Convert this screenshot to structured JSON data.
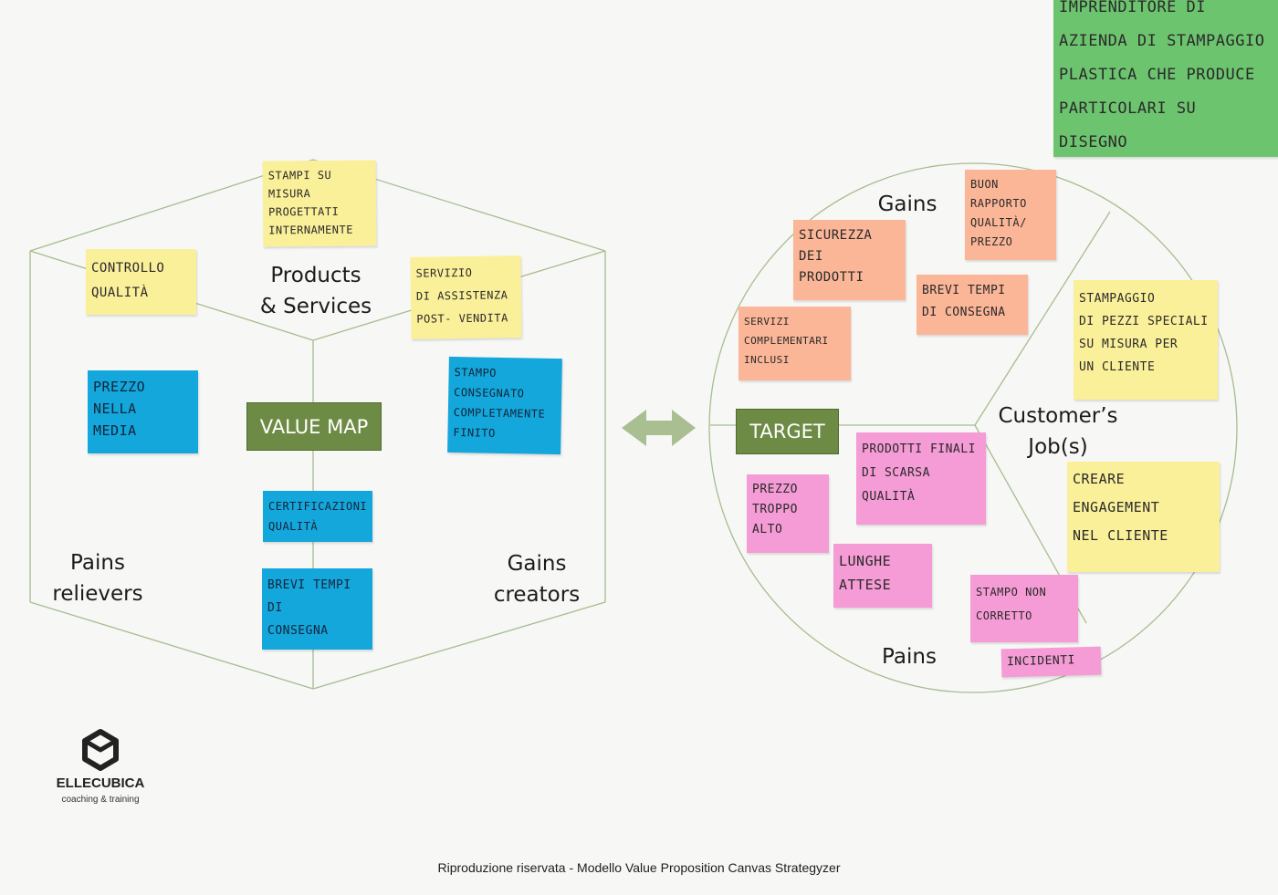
{
  "value_map": {
    "products_services": "Products\n& Services",
    "pains_relievers": "Pains\nrelievers",
    "gains_creators": "Gains\ncreators",
    "button": "VALUE MAP"
  },
  "customer_profile": {
    "gains": "Gains",
    "pains": "Pains",
    "jobs": "Customer’s\nJob(s)",
    "button": "TARGET"
  },
  "notes": {
    "stampi": "Stampi su\nmisura\nprogettati\ninternamente",
    "controllo": "Controllo\nqualità",
    "servizio": "Servizio\ndi assistenza\npost- vendita",
    "prezzo_media": "Prezzo\nnella\nmedia",
    "stampo_finito": "Stampo\nconsegnato\ncompletamente\nfinito",
    "certificazioni": "Certificazioni\nqualità",
    "brevi_tempi_vm": "Brevi tempi\ndi\nconsegna",
    "sicurezza": "Sicurezza\ndei\nprodotti",
    "buon_rapporto": "Buon\nrapporto\nqualità/\nprezzo",
    "brevi_tempi_cp": "Brevi tempi\ndi consegna",
    "servizi": "Servizi\ncomplementari\ninclusi",
    "stampaggio": "Stampaggio\ndi pezzi speciali\nsu misura per\nun cliente",
    "creare": "Creare\nengagement\nnel cliente",
    "prodotti_finali": "Prodotti finali\ndi scarsa\nqualità",
    "prezzo_alto": "Prezzo\ntroppo\nalto",
    "lunghe": "Lunghe\nattese",
    "stampo_non": "Stampo non\ncorretto",
    "incidenti": "Incidenti",
    "imprenditore": "Imprenditore di\nazienda di stampaggio\nplastica che produce\nparticolari su\ndisegno"
  },
  "logo": {
    "name": "ELLECUBICA",
    "tagline": "coaching & training",
    "icon": "cube-icon"
  },
  "footer": "Riproduzione riservata - Modello Value Proposition Canvas Strategyzer",
  "colors": {
    "line": "#a6bd8e",
    "button_green": "#6e8b46",
    "arrow": "#a9bf92",
    "note_yellow": "#fbf09a",
    "note_blue": "#13a7dc",
    "note_orange": "#fbb597",
    "note_pink": "#f59bd5",
    "note_green": "#6dc46f"
  }
}
